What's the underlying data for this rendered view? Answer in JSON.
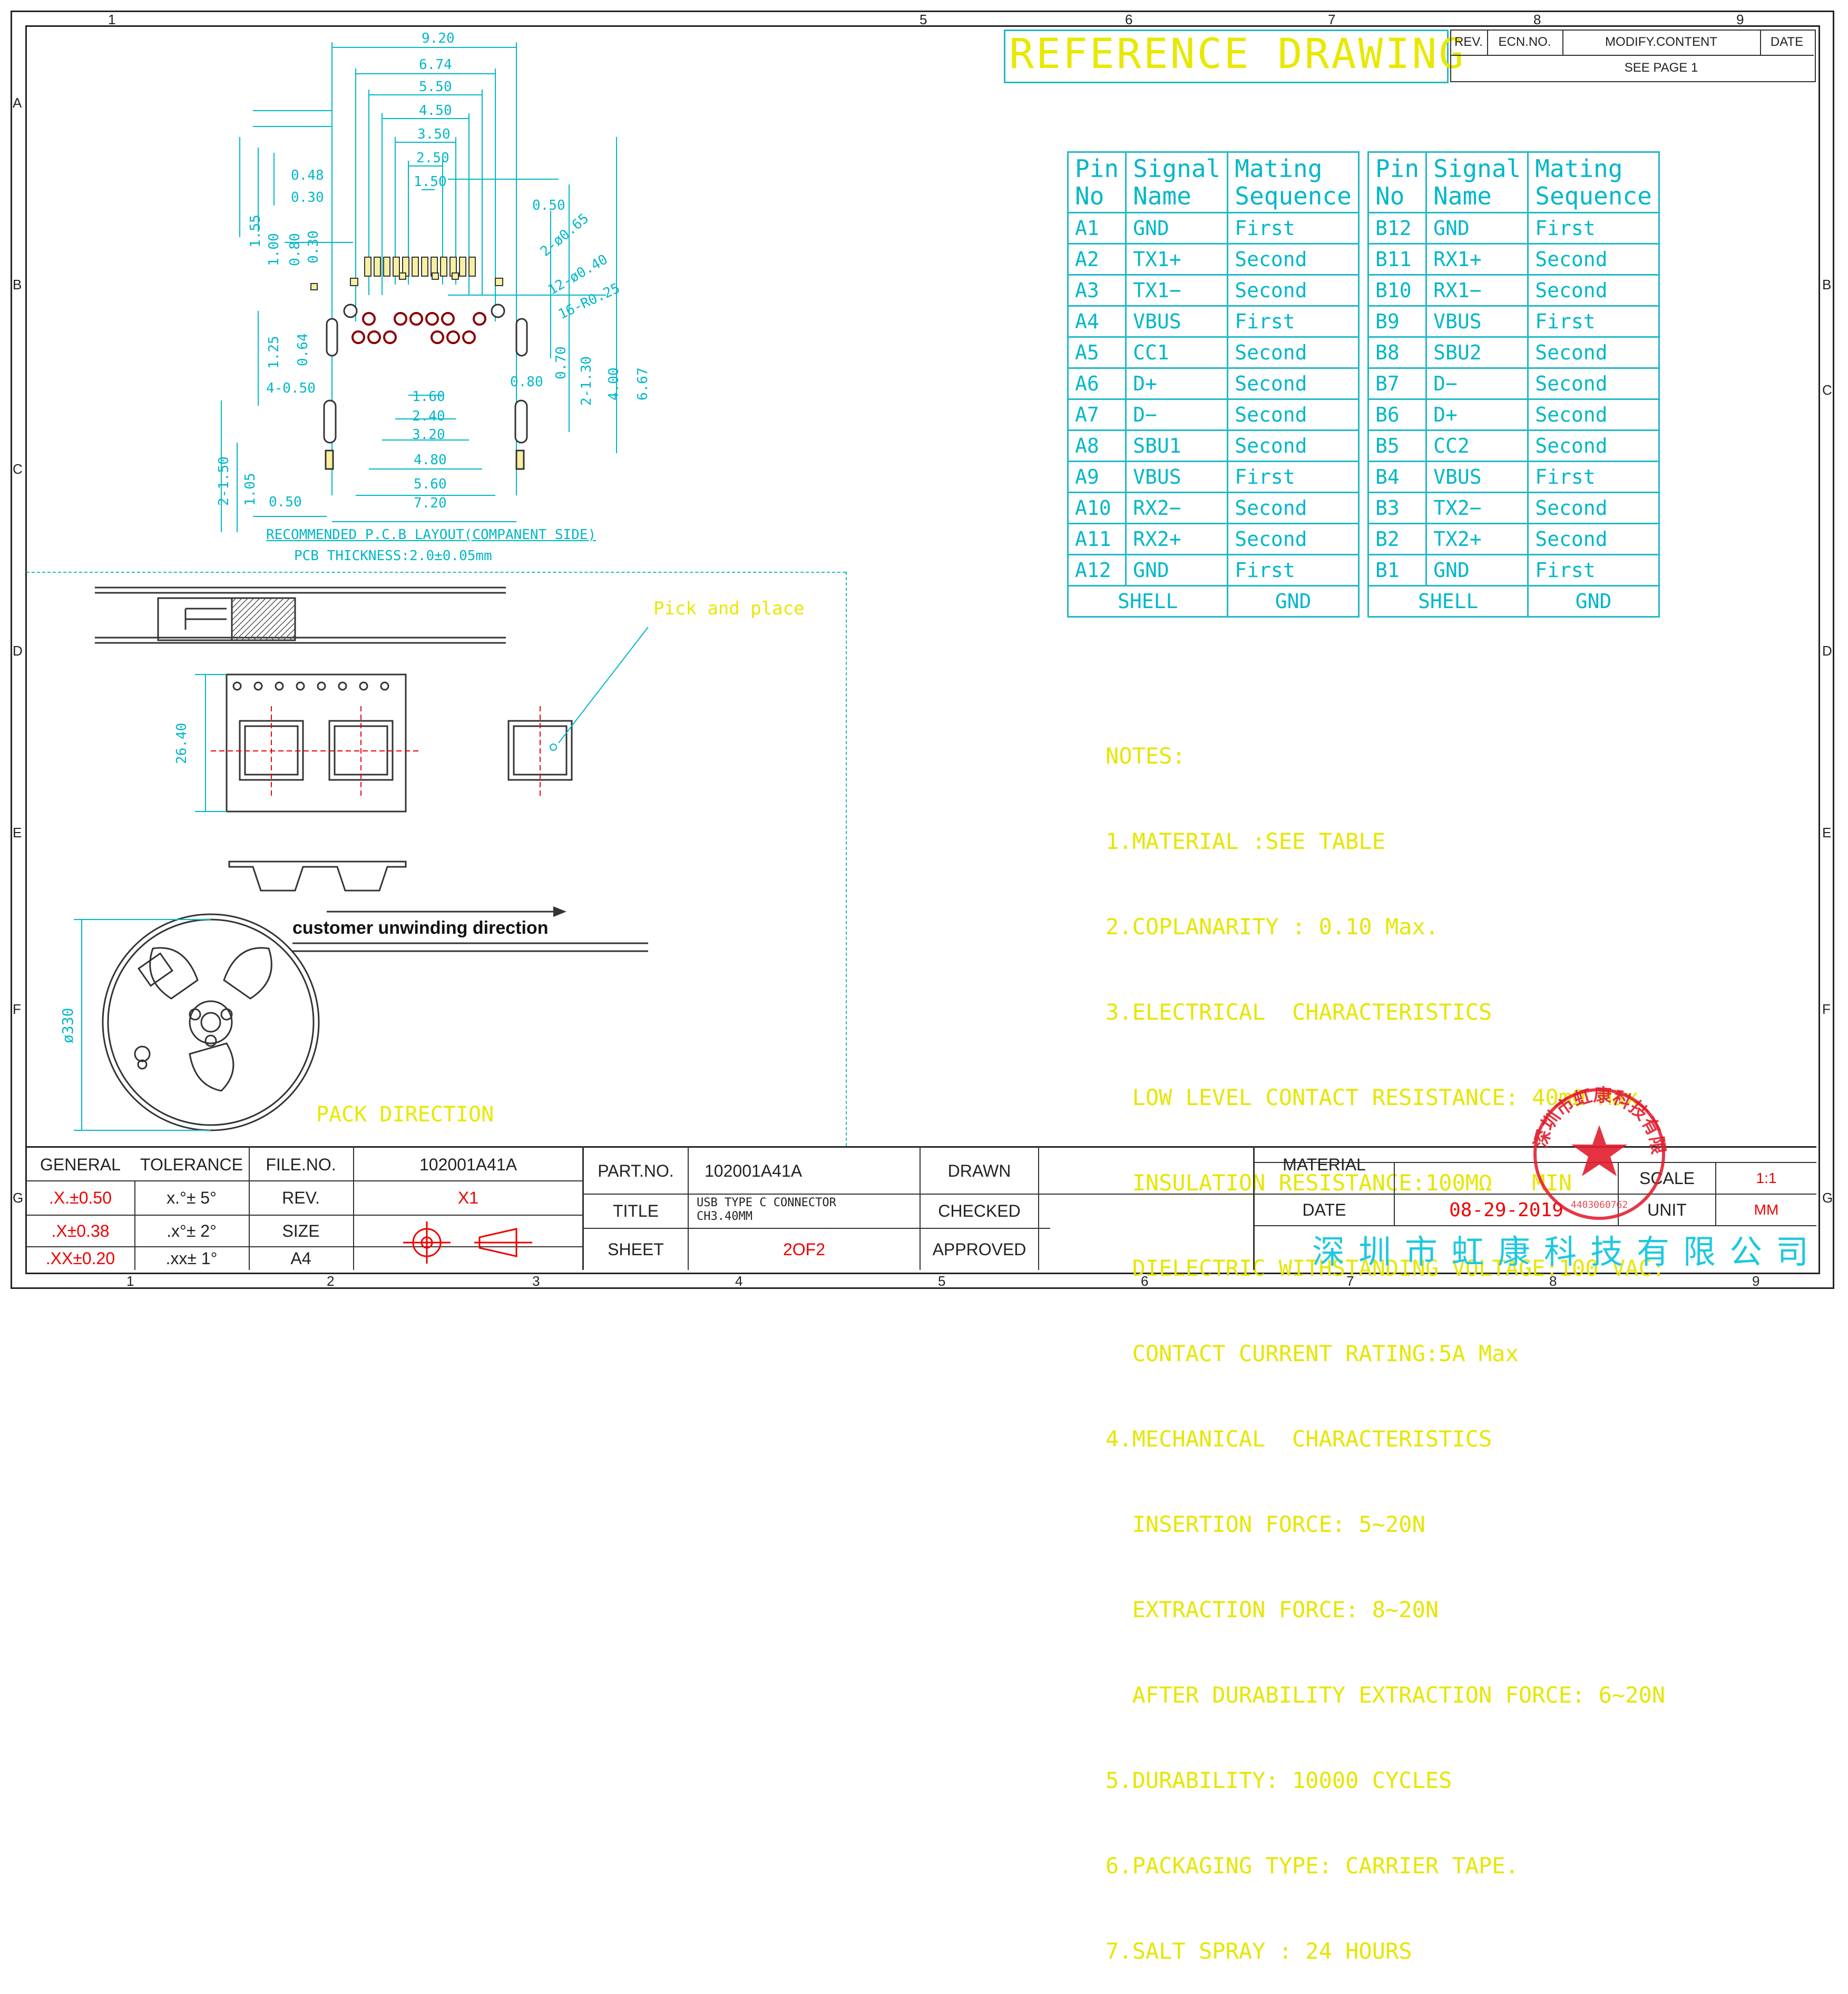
{
  "zones": {
    "top": [
      "1",
      "5",
      "6",
      "7",
      "8",
      "9"
    ],
    "bottom": [
      "1",
      "2",
      "3",
      "4",
      "5",
      "6",
      "7",
      "8",
      "9"
    ],
    "left": [
      "A",
      "B",
      "C",
      "D",
      "E",
      "F",
      "G"
    ],
    "right": [
      "B",
      "C",
      "D",
      "E",
      "F",
      "G"
    ]
  },
  "reference_title": "REFERENCE DRAWING",
  "revision_block": {
    "headers": [
      "REV.",
      "ECN.NO.",
      "MODIFY.CONTENT",
      "DATE"
    ],
    "row": "SEE PAGE 1"
  },
  "pcb_layout": {
    "dims_top": [
      "9.20",
      "6.74",
      "5.50",
      "4.50",
      "3.50",
      "2.50",
      "1.50",
      "0.50"
    ],
    "dims_left": [
      "0.48",
      "0.30",
      "1.55",
      "1.00",
      "0.80",
      "0.30",
      "1.25",
      "0.64",
      "4-0.50",
      "2-1.50",
      "1.05",
      "0.50"
    ],
    "dims_right": [
      "2-ø0.65",
      "12-ø0.40",
      "16-R0.25",
      "0.80",
      "0.70",
      "2-1.30",
      "4.00",
      "6.67"
    ],
    "dims_bottom": [
      "1.60",
      "2.40",
      "3.20",
      "4.80",
      "5.60",
      "7.20"
    ],
    "caption": "RECOMMENDED  P.C.B  LAYOUT(COMPANENT  SIDE)",
    "thickness": "PCB  THICKNESS:2.0±0.05mm"
  },
  "tape": {
    "pick_label": "Pick  and  place",
    "width_dim": "26.40",
    "unwinding": "customer unwinding direction",
    "reel_dim": "ø330",
    "pack_direction": "PACK  DIRECTION"
  },
  "pin_table_left": {
    "headers": [
      "Pin No",
      "Signal Name",
      "Mating Sequence"
    ],
    "rows": [
      [
        "A1",
        "GND",
        "First"
      ],
      [
        "A2",
        "TX1+",
        "Second"
      ],
      [
        "A3",
        "TX1−",
        "Second"
      ],
      [
        "A4",
        "VBUS",
        "First"
      ],
      [
        "A5",
        "CC1",
        "Second"
      ],
      [
        "A6",
        "D+",
        "Second"
      ],
      [
        "A7",
        "D−",
        "Second"
      ],
      [
        "A8",
        "SBU1",
        "Second"
      ],
      [
        "A9",
        "VBUS",
        "First"
      ],
      [
        "A10",
        "RX2−",
        "Second"
      ],
      [
        "A11",
        "RX2+",
        "Second"
      ],
      [
        "A12",
        "GND",
        "First"
      ]
    ],
    "shell": [
      "SHELL",
      "GND"
    ]
  },
  "pin_table_right": {
    "headers": [
      "Pin No",
      "Signal Name",
      "Mating Sequence"
    ],
    "rows": [
      [
        "B12",
        "GND",
        "First"
      ],
      [
        "B11",
        "RX1+",
        "Second"
      ],
      [
        "B10",
        "RX1−",
        "Second"
      ],
      [
        "B9",
        "VBUS",
        "First"
      ],
      [
        "B8",
        "SBU2",
        "Second"
      ],
      [
        "B7",
        "D−",
        "Second"
      ],
      [
        "B6",
        "D+",
        "Second"
      ],
      [
        "B5",
        "CC2",
        "Second"
      ],
      [
        "B4",
        "VBUS",
        "First"
      ],
      [
        "B3",
        "TX2−",
        "Second"
      ],
      [
        "B2",
        "TX2+",
        "Second"
      ],
      [
        "B1",
        "GND",
        "First"
      ]
    ],
    "shell": [
      "SHELL",
      "GND"
    ]
  },
  "notes": [
    "NOTES:",
    "1.MATERIAL :SEE TABLE",
    "2.COPLANARITY : 0.10 Max.",
    "3.ELECTRICAL  CHARACTERISTICS",
    "  LOW LEVEL CONTACT RESISTANCE: 40mΩ Max",
    "  INSULATION RESISTANCE:100MΩ   MIN",
    "  DIELECTRIC WITHSTANDING VOLTAGE:100 VAC:",
    "  CONTACT CURRENT RATING:5A Max",
    "4.MECHANICAL  CHARACTERISTICS",
    "  INSERTION FORCE: 5~20N",
    "  EXTRACTION FORCE: 8~20N",
    "  AFTER DURABILITY EXTRACTION FORCE: 6~20N",
    "5.DURABILITY: 10000 CYCLES",
    "6.PACKAGING TYPE: CARRIER TAPE.",
    "7.SALT SPRAY : 24 HOURS"
  ],
  "title_block": {
    "general": "GENERAL",
    "tolerance": "TOLERANCE",
    "tol_rows": [
      [
        ".X.±0.50",
        "x.°± 5°"
      ],
      [
        ".X±0.38",
        ".x°± 2°"
      ],
      [
        ".XX±0.20",
        ".xx± 1°"
      ]
    ],
    "file_no_label": "FILE.NO.",
    "file_no": "102001A41A",
    "rev_label": "REV.",
    "rev": "X1",
    "size_label": "SIZE",
    "size": "A4",
    "part_no_label": "PART.NO.",
    "part_no": "102001A41A",
    "title_label": "TITLE",
    "title_line1": "USB TYPE C CONNECTOR",
    "title_line2": "CH3.40MM",
    "sheet_label": "SHEET",
    "sheet": "2OF2",
    "drawn": "DRAWN",
    "checked": "CHECKED",
    "approved": "APPROVED",
    "material": "MATERIAL",
    "scale_label": "SCALE",
    "scale": "1:1",
    "date_label": "DATE",
    "date": "08-29-2019",
    "unit_label": "UNIT",
    "unit": "MM",
    "company": "深圳市虹康科技有限公司",
    "seal_text": "深圳市虹康科技有限公司",
    "seal_number": "4403060762"
  },
  "colors": {
    "cyan": "#00b7c8",
    "yellow": "#e6e600",
    "red": "#e00000",
    "frame": "#222222"
  }
}
